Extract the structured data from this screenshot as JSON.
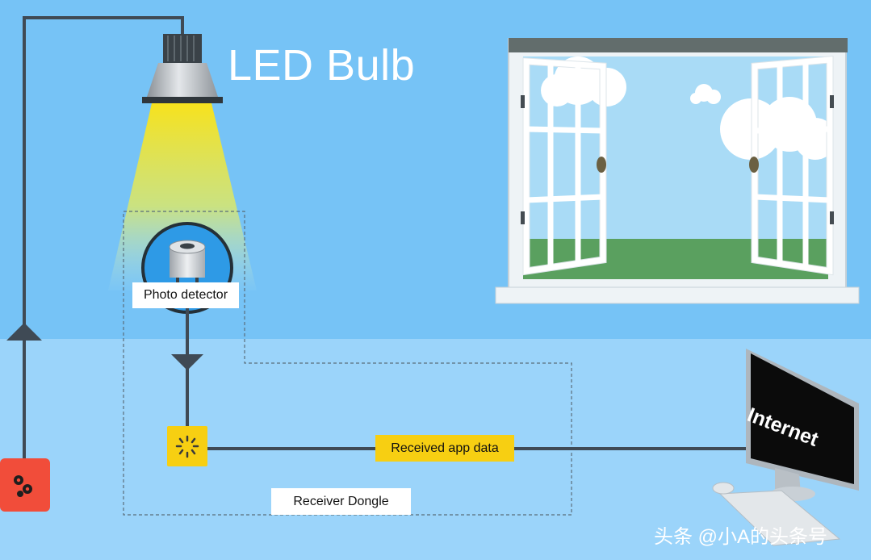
{
  "diagram": {
    "title": "LED Bulb",
    "photo_detector_label": "Photo detector",
    "app_data_label": "Received app data",
    "dongle_label": "Receiver Dongle",
    "monitor_text": "Internet"
  },
  "watermark": "头条 @小A的头条号",
  "colors": {
    "wall": "#76c3f6",
    "floor": "#9bd4fa",
    "wire": "#3f4a55",
    "light_yellow": "#f7dd2a",
    "dongle_yellow": "#f7cf12",
    "controller_red": "#f14d3a",
    "grass": "#5aa05f",
    "sky": "#a9dbf6"
  },
  "icons": [
    "gears-icon",
    "loading-spinner-icon",
    "arrow-up-icon",
    "arrow-down-icon"
  ]
}
